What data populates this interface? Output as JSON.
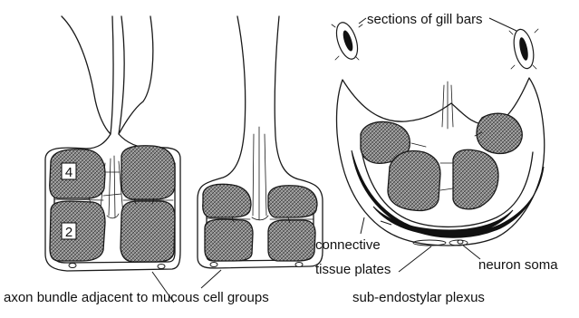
{
  "labels": {
    "gill_bars": "sections of gill bars",
    "connective_line1": "connective",
    "connective_line2": "tissue plates",
    "neuron_soma": "neuron soma",
    "axon_bundle": "axon bundle adjacent to mucous cell groups",
    "plexus": "sub-endostylar plexus"
  },
  "cell_numbers": {
    "upper": "4",
    "lower": "2"
  }
}
